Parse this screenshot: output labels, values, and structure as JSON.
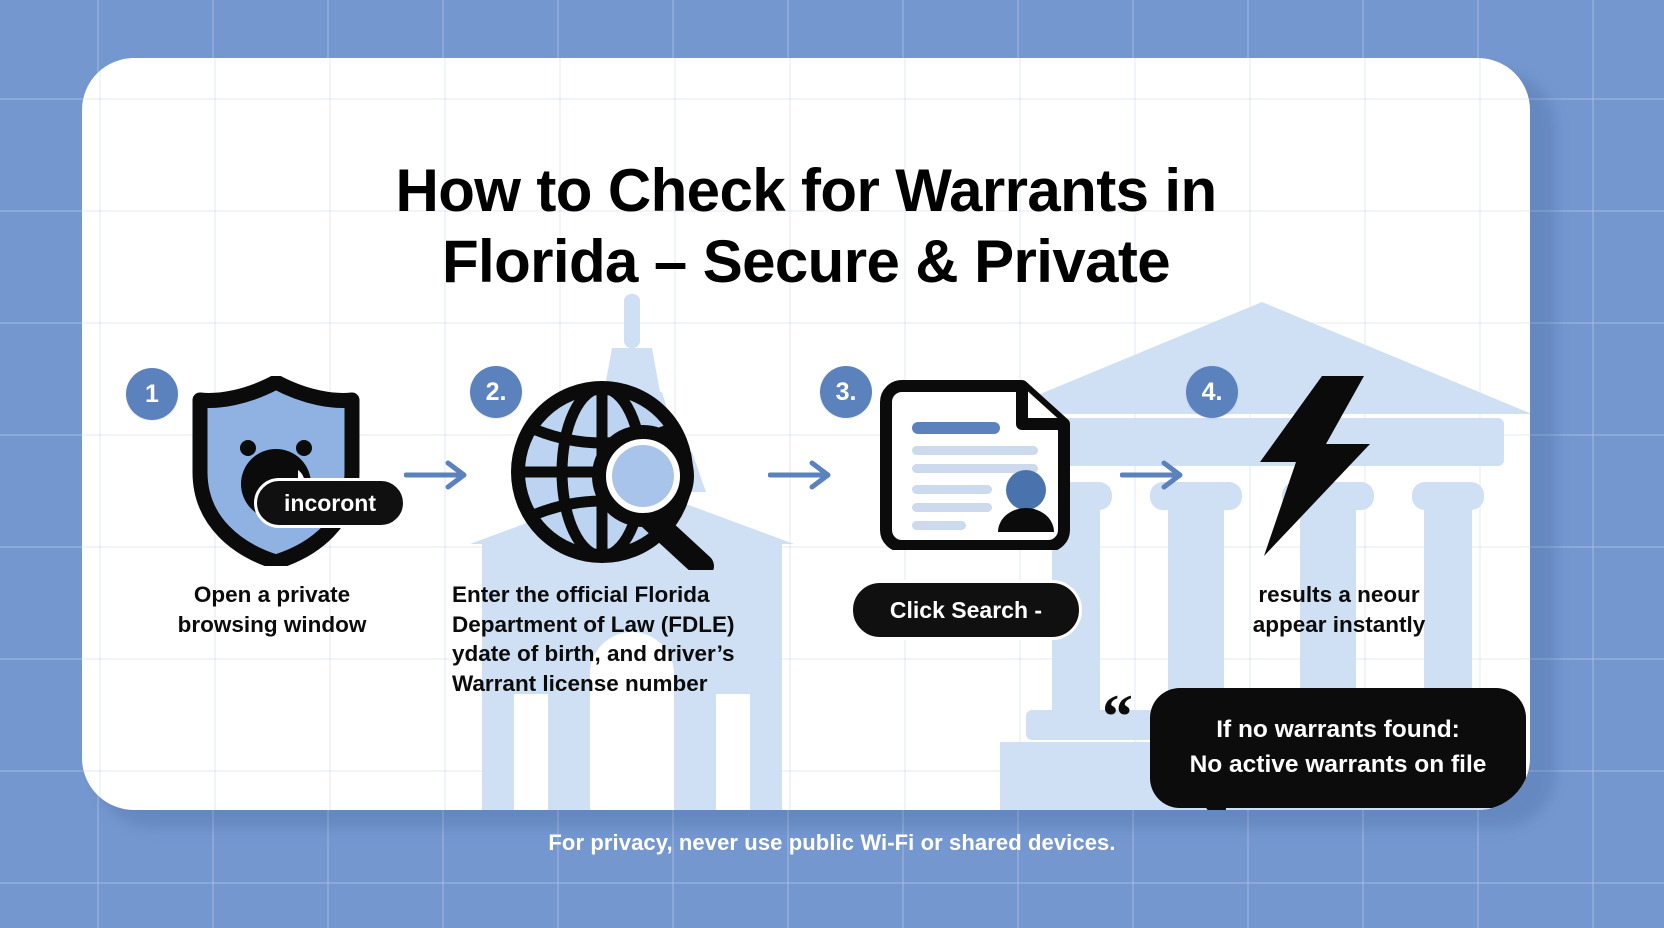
{
  "title": {
    "line1": "How to Check for Warrants in",
    "line2": "Florida – Secure & Private"
  },
  "steps": [
    {
      "number": "1",
      "icon": "shield-incognito-icon",
      "badge_label": "incoront",
      "caption_line1": "Open a private",
      "caption_line2": "browsing window"
    },
    {
      "number": "2.",
      "icon": "globe-search-icon",
      "caption_line1": "Enter the official Florida",
      "caption_line2": "Department of Law (FDLE)",
      "caption_line3": "ydate of birth, and driver’s",
      "caption_line4": "Warrant license number"
    },
    {
      "number": "3.",
      "icon": "document-profile-icon",
      "badge_label": "Click Search -"
    },
    {
      "number": "4.",
      "icon": "lightning-bolt-icon",
      "caption_line1": "results a neour",
      "caption_line2": "appear instantly"
    }
  ],
  "bubble": {
    "quote_mark": "“",
    "line1": "If no warrants found:",
    "line2": "No active warrants on file"
  },
  "footer": {
    "text": "For privacy, never use public Wi-Fi or shared devices."
  },
  "colors": {
    "background": "#7597d0",
    "card": "#ffffff",
    "accent_blue": "#5b82bd",
    "watermark_blue": "#cfe0f5",
    "ink": "#101010",
    "icon_fill_blue": "#a9c4ea"
  }
}
